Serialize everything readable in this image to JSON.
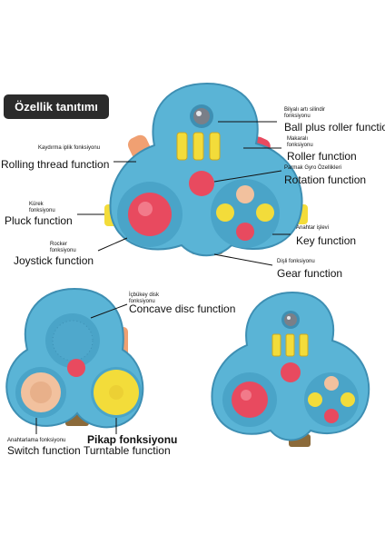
{
  "header": {
    "title": "Özellik tanıtımı"
  },
  "labels": {
    "ball_roller_tr": "Bilyalı artı silindir fonksiyonu",
    "ball_roller_en": "Ball plus roller function",
    "roller_tr": "Makaralı fonksiyonu",
    "roller_en": "Roller function",
    "rotation_tr": "Parmak Gyro Özellikleri",
    "rotation_en": "Rotation function",
    "rolling_thread_tr": "Kaydırma iplik fonksiyonu",
    "rolling_thread_en": "Rolling thread function",
    "pluck_tr": "Kürek fonksiyonu",
    "pluck_en": "Pluck function",
    "key_tr": "Anahtar işlevi",
    "key_en": "Key function",
    "joystick_tr": "Rocker fonksiyonu",
    "joystick_en": "Joystick function",
    "gear_tr": "Dişli fonksiyonu",
    "gear_en": "Gear function",
    "concave_tr": "İçbükey disk fonksiyonu",
    "concave_en": "Concave disc function",
    "switch_tr": "Anahtarlama fonksiyonu",
    "switch_en": "Switch function",
    "turntable_tr": "Pikap fonksiyonu",
    "turntable_en": "Turntable function"
  },
  "colors": {
    "toy_blue": "#5ab4d6",
    "toy_blue_dark": "#3e8fb3",
    "red": "#e84a5f",
    "yellow": "#f3dc3a",
    "peach": "#f2c19e",
    "orange_ridge": "#f0a072"
  }
}
